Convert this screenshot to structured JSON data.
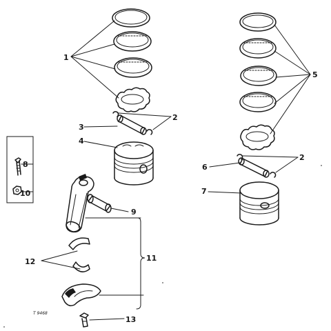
{
  "diagram": {
    "callouts": {
      "c1": "1",
      "c2a": "2",
      "c2b": "2",
      "c3": "3",
      "c4": "4",
      "c5": "5",
      "c6": "6",
      "c7": "7",
      "c8": "8",
      "c9": "9",
      "c10": "10",
      "c11": "11",
      "c12": "12",
      "c13": "13"
    },
    "figure_code": "T 9468"
  }
}
